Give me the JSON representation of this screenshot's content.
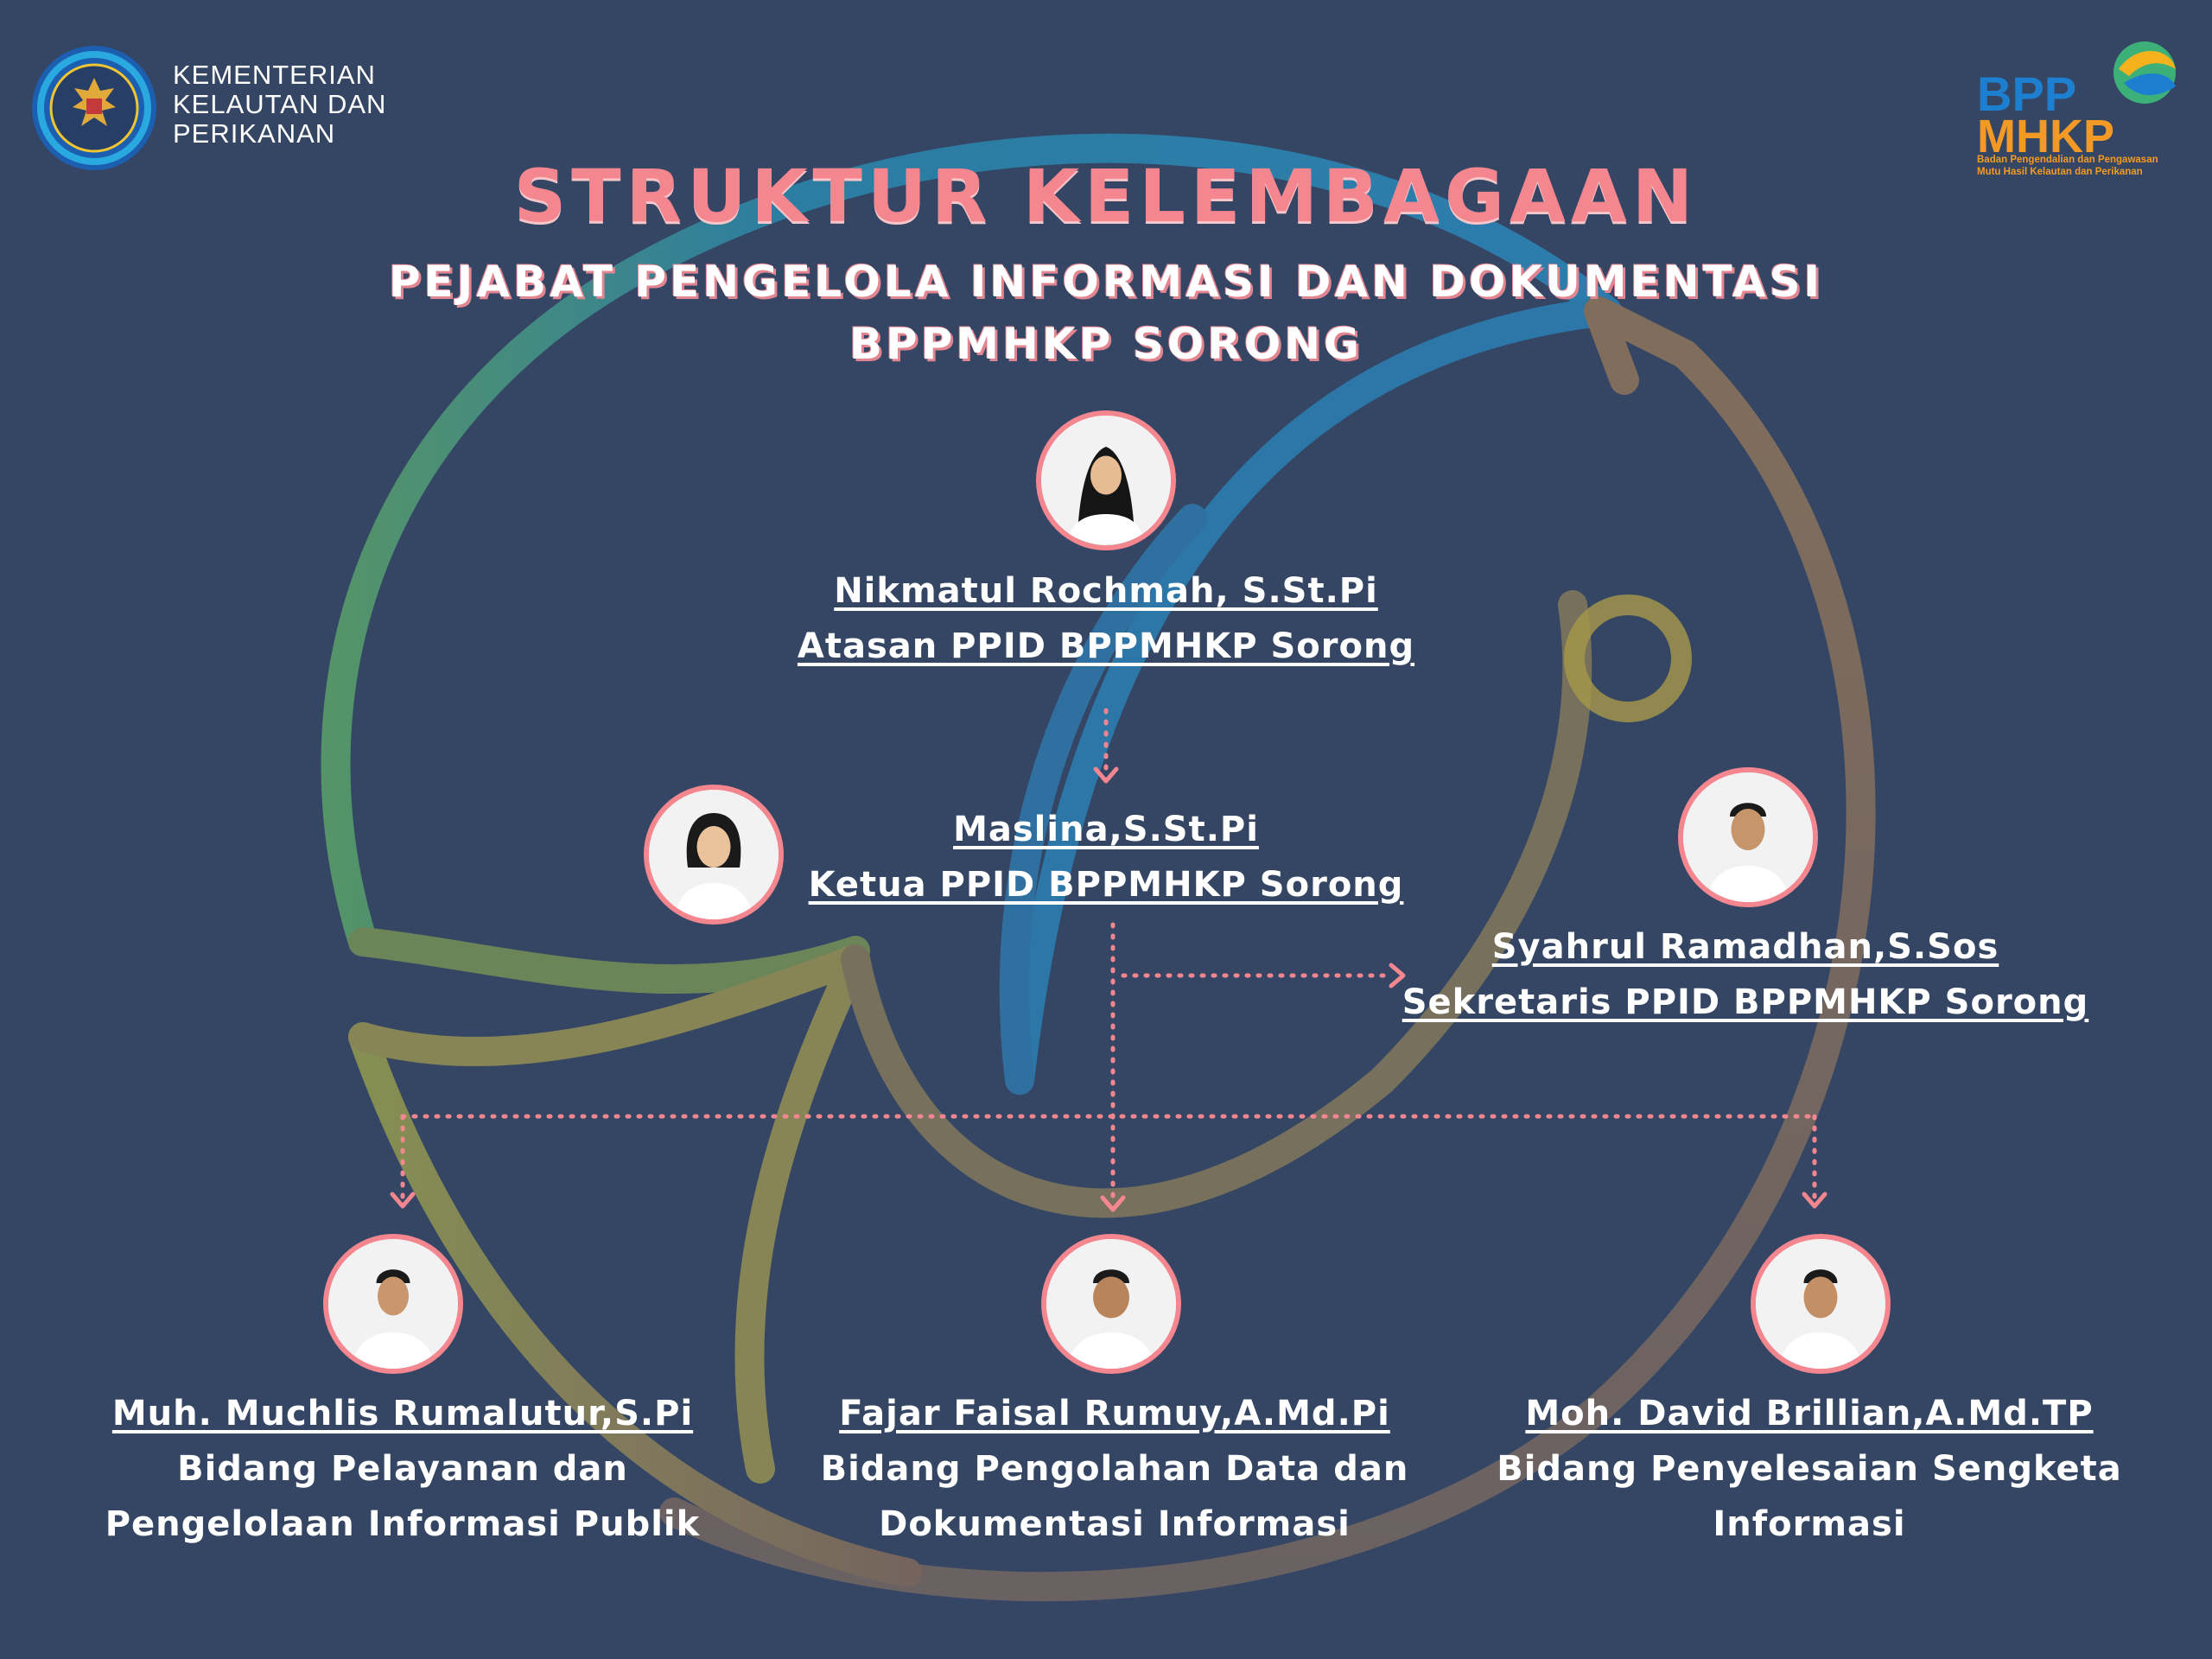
{
  "header": {
    "ministry_lines": [
      "KEMENTERIAN",
      "KELAUTAN DAN",
      "PERIKANAN"
    ],
    "agency_logo_text": [
      "BPP",
      "MHKP"
    ],
    "agency_caption_lines": [
      "Badan Pengendalian dan Pengawasan",
      "Mutu Hasil Kelautan dan Perikanan"
    ]
  },
  "title": "STRUKTUR KELEMBAGAAN",
  "subtitle_lines": [
    "PEJABAT PENGELOLA INFORMASI DAN DOKUMENTASI",
    "BPPMHKP SORONG"
  ],
  "nodes": {
    "atasan": {
      "name": "Nikmatul Rochmah, S.St.Pi",
      "role_lines": [
        "Atasan PPID BPPMHKP Sorong"
      ],
      "avatar": "hijab-woman-avatar"
    },
    "ketua": {
      "name": "Maslina,S.St.Pi",
      "role_lines": [
        "Ketua PPID BPPMHKP Sorong"
      ],
      "avatar": "woman-avatar"
    },
    "sekretaris": {
      "name": "Syahrul Ramadhan,S.Sos",
      "role_lines": [
        "Sekretaris PPID BPPMHKP Sorong"
      ],
      "avatar": "man-avatar"
    },
    "pelayanan": {
      "name": "Muh. Muchlis Rumalutur,S.Pi",
      "role_lines": [
        "Bidang Pelayanan dan",
        "Pengelolaan Informasi Publik"
      ],
      "avatar": "man-avatar"
    },
    "pengolahan": {
      "name": "Fajar Faisal Rumuy,A.Md.Pi",
      "role_lines": [
        "Bidang Pengolahan Data dan",
        "Dokumentasi Informasi"
      ],
      "avatar": "man-avatar"
    },
    "sengketa": {
      "name": "Moh. David Brillian,A.Md.TP",
      "role_lines": [
        "Bidang Penyelesaian Sengketa",
        "Informasi"
      ],
      "avatar": "man-avatar"
    }
  },
  "colors": {
    "background": "#344663",
    "accent": "#f4868f",
    "text": "#ffffff",
    "agency_blue": "#1d7fd0",
    "agency_orange": "#f39a26"
  }
}
